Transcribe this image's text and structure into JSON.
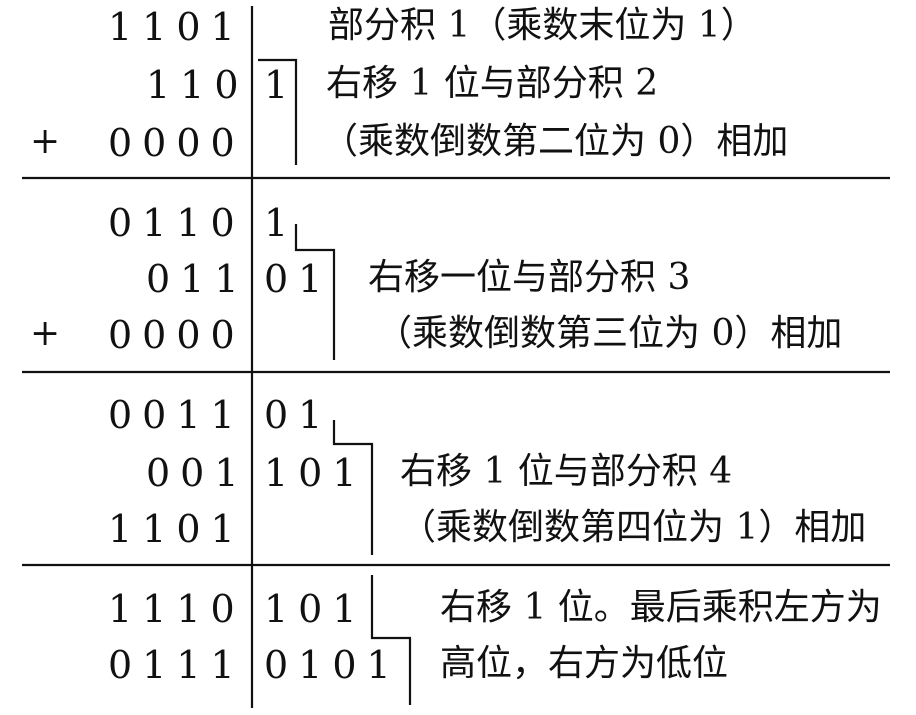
{
  "block1": {
    "row1": {
      "left": "1101",
      "right": "",
      "note": "部分积 1（乘数末位为 1）"
    },
    "row2": {
      "left": "110",
      "right": "1",
      "note": "右移 1 位与部分积 2"
    },
    "row3": {
      "sign": "+",
      "left": "0000",
      "right": "",
      "note": "（乘数倒数第二位为 0）相加"
    }
  },
  "block2": {
    "row1": {
      "left": "0110",
      "right": "1",
      "note": ""
    },
    "row2": {
      "left": "011",
      "right": "01",
      "note": "右移一位与部分积 3"
    },
    "row3": {
      "sign": "+",
      "left": "0000",
      "right": "",
      "note": "（乘数倒数第三位为 0）相加"
    }
  },
  "block3": {
    "row1": {
      "left": "0011",
      "right": "01",
      "note": ""
    },
    "row2": {
      "left": "001",
      "right": "101",
      "note": "右移 1 位与部分积 4"
    },
    "row3": {
      "sign": "",
      "left": "1101",
      "right": "",
      "note": "（乘数倒数第四位为 1）相加"
    }
  },
  "result": {
    "row1": {
      "left": "1110",
      "right": "101",
      "note": "右移 1 位。最后乘积左方为"
    },
    "row2": {
      "left": "0111",
      "right": "0101",
      "note": "高位，右方为低位"
    }
  }
}
